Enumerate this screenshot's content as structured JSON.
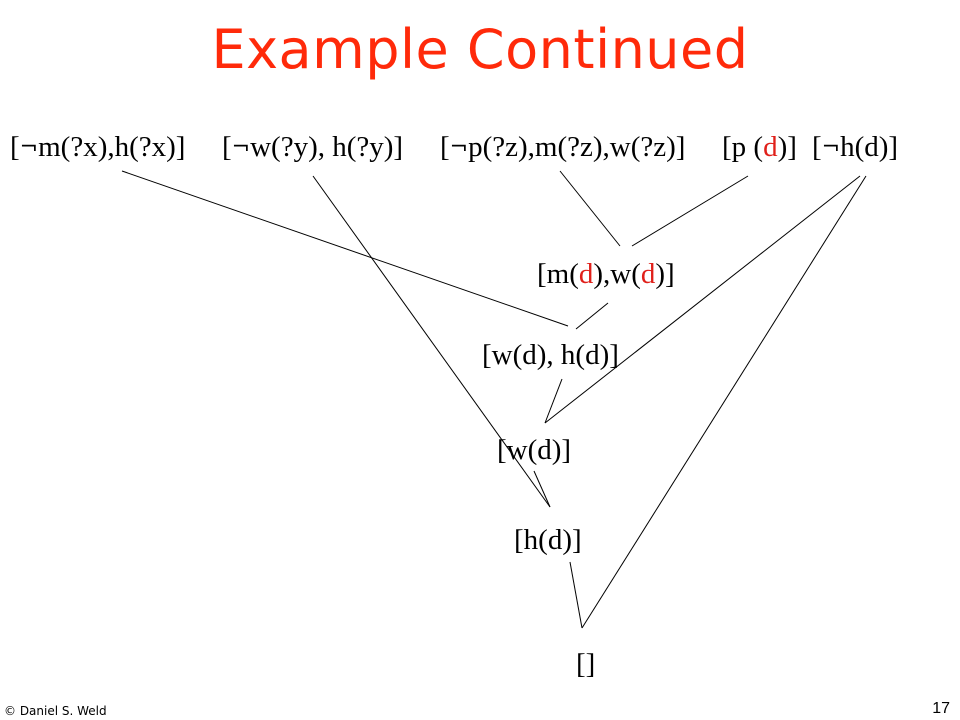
{
  "title": "Example Continued",
  "clauses": {
    "c1": {
      "open": "[",
      "neg": "¬",
      "text": "m(?x),h(?x)]"
    },
    "c2": {
      "open": "[",
      "neg": "¬",
      "text": "w(?y), h(?y)]"
    },
    "c3": {
      "open": "[",
      "neg": "¬",
      "text": "p(?z),m(?z),w(?z)]"
    },
    "c4": {
      "pre": "[p (",
      "red": "d",
      "post": ")]"
    },
    "c5": {
      "open": "[",
      "neg": "¬",
      "text": "h(d)]"
    },
    "r1": {
      "a": "[m(",
      "red1": "d",
      "b": "),w(",
      "red2": "d",
      "c": ")]"
    },
    "r2": {
      "text": "[w(d), h(d)]"
    },
    "r3": {
      "text": "[w(d)]"
    },
    "r4": {
      "text": "[h(d)]"
    },
    "r5": {
      "text": "[]"
    }
  },
  "footer": {
    "copyright": "© Daniel S. Weld",
    "page_number": "17"
  },
  "colors": {
    "title": "#ff2a0a",
    "highlight": "#e0201a",
    "text": "#000000"
  }
}
